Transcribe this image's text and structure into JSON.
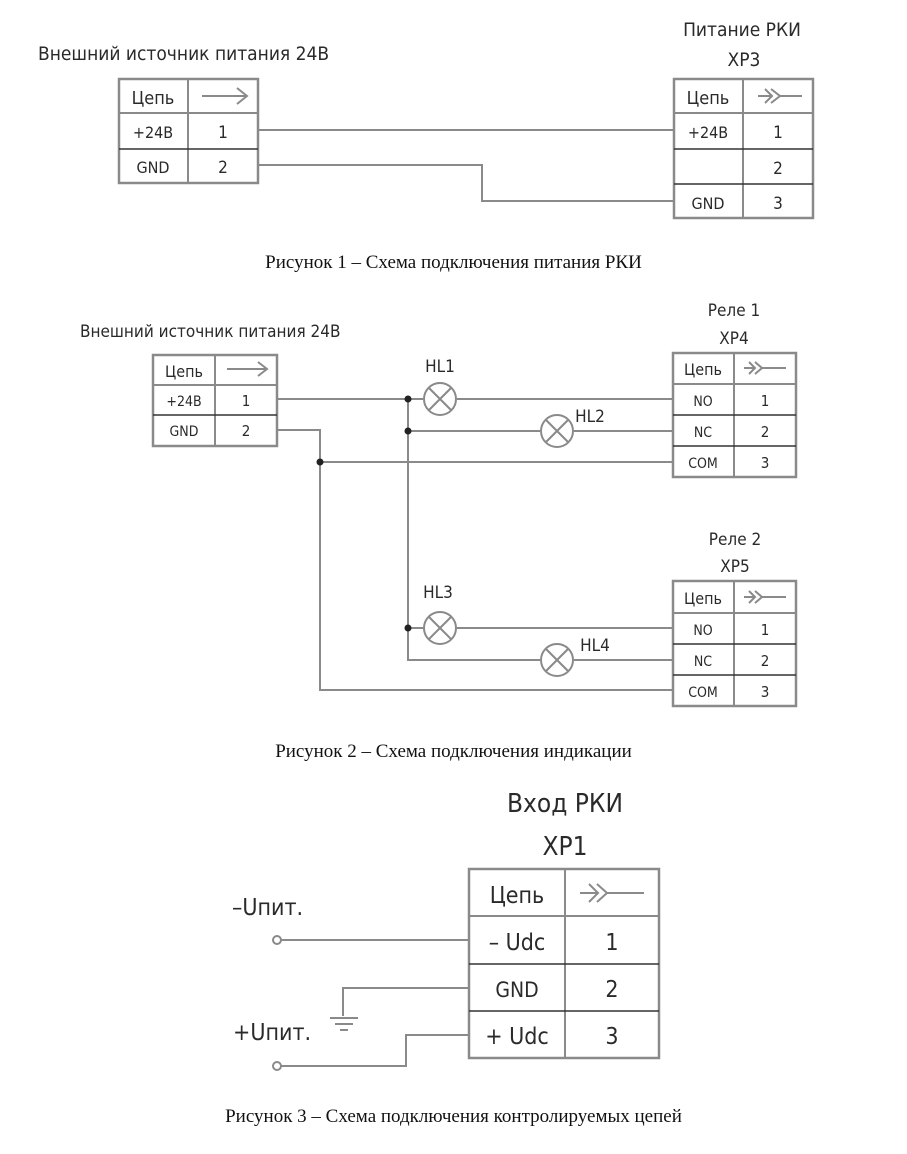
{
  "figure1": {
    "caption": "Рисунок 1 – Схема подключения питания РКИ",
    "source": {
      "title": "Внешний источник питания 24В",
      "header": [
        "Цепь",
        "→"
      ],
      "header_icon": "arrow-right-icon",
      "rows": [
        {
          "circuit": "+24В",
          "pin": "1"
        },
        {
          "circuit": "GND",
          "pin": "2"
        }
      ]
    },
    "connector": {
      "title": "Питание РКИ",
      "designator": "XP3",
      "header": [
        "Цепь",
        "connector"
      ],
      "header_icon": "connector-plug-icon",
      "rows": [
        {
          "circuit": "+24В",
          "pin": "1"
        },
        {
          "circuit": "",
          "pin": "2"
        },
        {
          "circuit": "GND",
          "pin": "3"
        }
      ]
    }
  },
  "figure2": {
    "caption": "Рисунок 2 – Схема подключения индикации",
    "source": {
      "title": "Внешний источник питания 24В",
      "header": [
        "Цепь",
        "→"
      ],
      "header_icon": "arrow-right-icon",
      "rows": [
        {
          "circuit": "+24В",
          "pin": "1"
        },
        {
          "circuit": "GND",
          "pin": "2"
        }
      ]
    },
    "relay1": {
      "title": "Реле 1",
      "designator": "XP4",
      "header": [
        "Цепь",
        "connector"
      ],
      "rows": [
        {
          "circuit": "NO",
          "pin": "1"
        },
        {
          "circuit": "NC",
          "pin": "2"
        },
        {
          "circuit": "COM",
          "pin": "3"
        }
      ]
    },
    "relay2": {
      "title": "Реле 2",
      "designator": "XP5",
      "header": [
        "Цепь",
        "connector"
      ],
      "rows": [
        {
          "circuit": "NO",
          "pin": "1"
        },
        {
          "circuit": "NC",
          "pin": "2"
        },
        {
          "circuit": "COM",
          "pin": "3"
        }
      ]
    },
    "lamps": [
      "HL1",
      "HL2",
      "HL3",
      "HL4"
    ]
  },
  "figure3": {
    "caption": "Рисунок 3 – Схема подключения контролируемых цепей",
    "connector": {
      "title": "Вход РКИ",
      "designator": "XP1",
      "header": [
        "Цепь",
        "connector"
      ],
      "rows": [
        {
          "circuit": "– Udc",
          "pin": "1"
        },
        {
          "circuit": "GND",
          "pin": "2"
        },
        {
          "circuit": "+ Udc",
          "pin": "3"
        }
      ]
    },
    "inputs": {
      "minus_label": "–Uпит.",
      "plus_label": "+Uпит."
    },
    "ground_icon": "ground-icon"
  }
}
